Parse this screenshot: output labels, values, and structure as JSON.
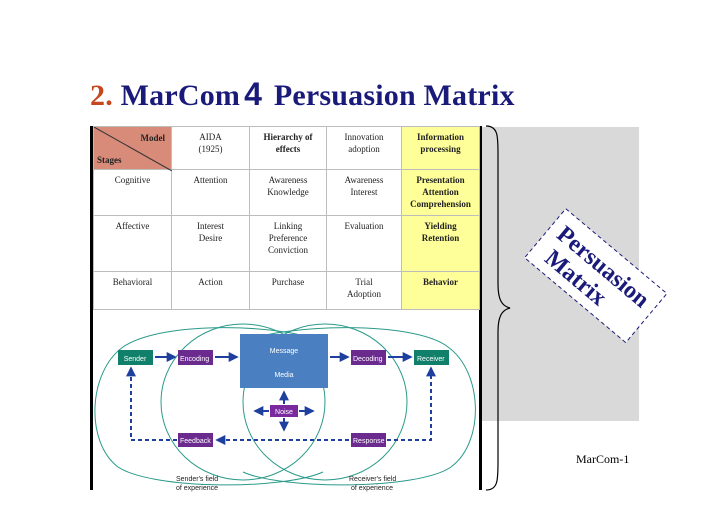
{
  "title": {
    "number": "2.",
    "part1": "MarCom",
    "digit": "4",
    "part2": "Persuasion Matrix"
  },
  "table": {
    "corner_model": "Model",
    "corner_stages": "Stages",
    "headers": [
      {
        "line1": "AIDA",
        "line2": "(1925)"
      },
      {
        "line1": "Hierarchy of",
        "line2": "effects"
      },
      {
        "line1": "Innovation",
        "line2": "adoption"
      },
      {
        "line1": "Information",
        "line2": "processing"
      }
    ],
    "rows": [
      {
        "stage": "Cognitive",
        "aida": "Attention",
        "hier": [
          "Awareness",
          "Knowledge"
        ],
        "innov": [
          "Awareness",
          "Interest"
        ],
        "info": [
          "Presentation",
          "Attention",
          "Comprehension"
        ]
      },
      {
        "stage": "Affective",
        "aida": "Interest\nDesire",
        "hier": [
          "Linking",
          "Preference",
          "Conviction"
        ],
        "innov": [
          "Evaluation"
        ],
        "info": [
          "Yielding",
          "Retention"
        ]
      },
      {
        "stage": "Behavioral",
        "aida": "Action",
        "hier": [
          "Purchase"
        ],
        "innov": [
          "Trial",
          "Adoption"
        ],
        "info": [
          "Behavior"
        ]
      }
    ]
  },
  "diagram": {
    "sender": "Sender",
    "encoding": "Encoding",
    "message": "Message",
    "media": "Media",
    "decoding": "Decoding",
    "receiver": "Receiver",
    "noise": "Noise",
    "feedback": "Feedback",
    "response": "Response",
    "sender_field_1": "Sender's field",
    "sender_field_2": "of experience",
    "receiver_field_1": "Receiver's field",
    "receiver_field_2": "of experience"
  },
  "side_label": {
    "line1": "Persuasion",
    "line2": "Matrix"
  },
  "footer": "MarCom-1",
  "colors": {
    "title": "#1a1a7a",
    "title_number": "#c8461e",
    "corner": "#d98b7a",
    "info_col": "#ffff99",
    "green_box": "#10806a",
    "purple_box": "#6a2a8e",
    "message_box": "#4a7fc1",
    "noise_box": "#7a2a9e"
  }
}
